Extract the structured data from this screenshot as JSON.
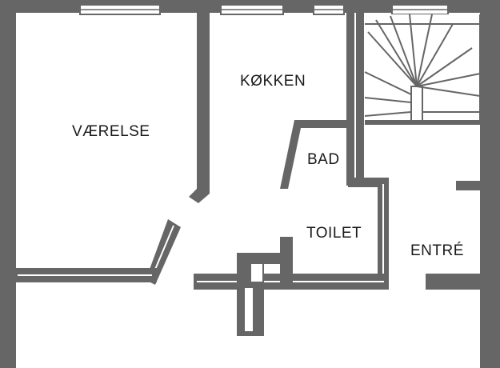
{
  "rooms": {
    "vaerelse": "VÆRELSE",
    "kokken": "KØKKEN",
    "bad": "BAD",
    "toilet": "TOILET",
    "entre": "ENTRÉ"
  },
  "colors": {
    "wall": "#666667",
    "background": "#ffffff",
    "text": "#1a1a1a"
  }
}
